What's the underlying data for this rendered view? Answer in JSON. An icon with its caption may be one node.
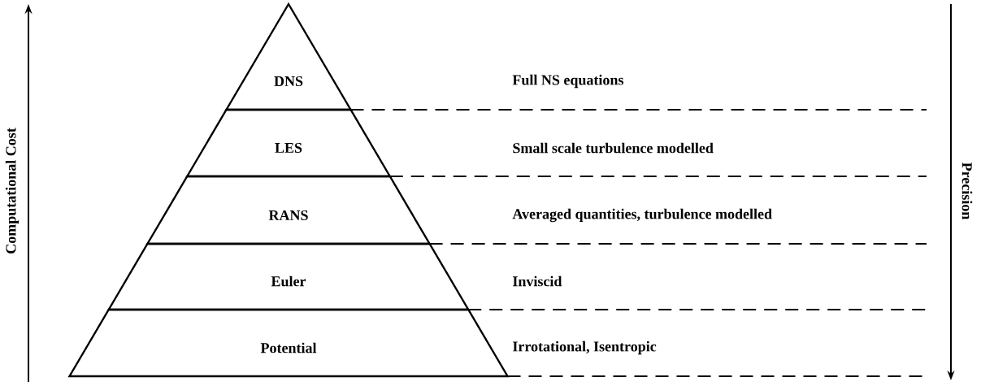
{
  "diagram": {
    "nodes": [
      {
        "text": [
          "DNS"
        ]
      },
      {
        "text": [
          "LES"
        ]
      },
      {
        "text": [
          "RANS"
        ]
      },
      {
        "text": [
          "Euler"
        ]
      },
      {
        "text": [
          "Potential"
        ]
      }
    ],
    "labels": [
      "Computational Cost",
      "Precision",
      "Full NS equations",
      "Small scale turbulence modelled",
      "Averaged quantities, turbulence modelled",
      "Inviscid",
      "Irrotational, Isentropic"
    ]
  }
}
